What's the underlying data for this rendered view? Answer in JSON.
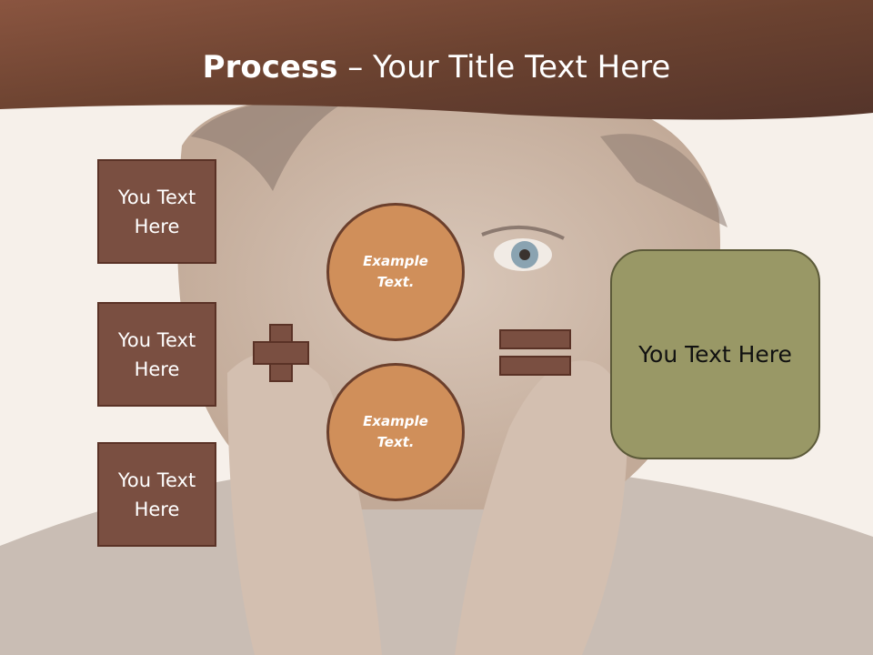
{
  "title": {
    "bold": "Process",
    "separator": " – ",
    "rest": "Your Title Text Here"
  },
  "inputs": [
    {
      "label": "You Text Here"
    },
    {
      "label": "You Text Here"
    },
    {
      "label": "You Text Here"
    }
  ],
  "circles": [
    {
      "label": "Example Text."
    },
    {
      "label": "Example Text."
    }
  ],
  "result": {
    "label": "You Text Here"
  },
  "colors": {
    "header_brown": "#6b4230",
    "box_brown": "#7a4f41",
    "circle_orange": "#d08f5a",
    "result_olive": "#999866",
    "background": "#f6f0ea"
  }
}
